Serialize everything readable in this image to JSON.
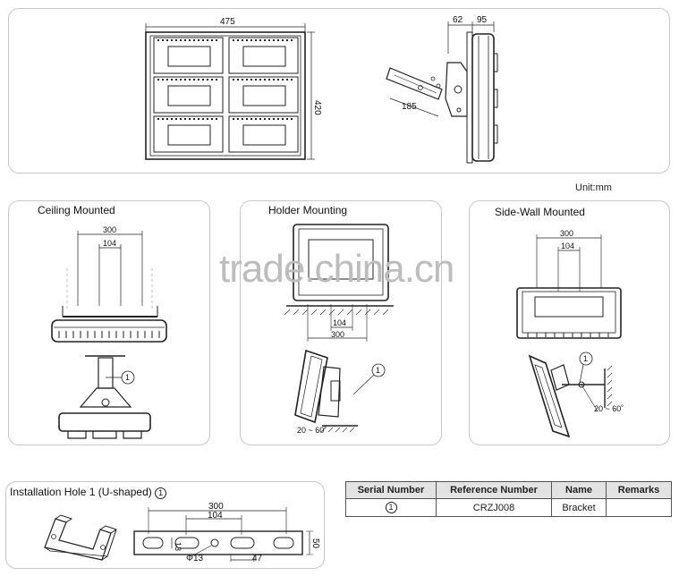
{
  "top_view": {
    "width_dim": "475",
    "height_dim": "420"
  },
  "side_view": {
    "dim_depth": "62",
    "dim_body": "95",
    "dim_bracket": "185"
  },
  "unit_label": "Unit:mm",
  "ceiling": {
    "title": "Ceiling Mounted",
    "dim_outer": "300",
    "dim_inner": "104",
    "callout": "1"
  },
  "holder": {
    "title": "Holder Mounting",
    "dim_inner": "104",
    "dim_outer": "300",
    "callout": "1",
    "angle": "20 ~ 60˚"
  },
  "sidewall": {
    "title": "Side-Wall Mounted",
    "dim_outer": "300",
    "dim_inner": "104",
    "callout": "1",
    "angle": "20 ~ 60˚"
  },
  "install": {
    "title": "Installation Hole 1 (U-shaped)",
    "callout": "1",
    "dim_300": "300",
    "dim_104": "104",
    "dim_13": "13",
    "dim_phi13": "Φ13",
    "dim_47": "47",
    "dim_50": "50"
  },
  "watermark": "trade.china.cn",
  "table": {
    "headers": [
      "Serial Number",
      "Reference Number",
      "Name",
      "Remarks"
    ],
    "row": {
      "serial": "1",
      "reference": "CRZJ008",
      "name": "Bracket",
      "remarks": ""
    }
  }
}
